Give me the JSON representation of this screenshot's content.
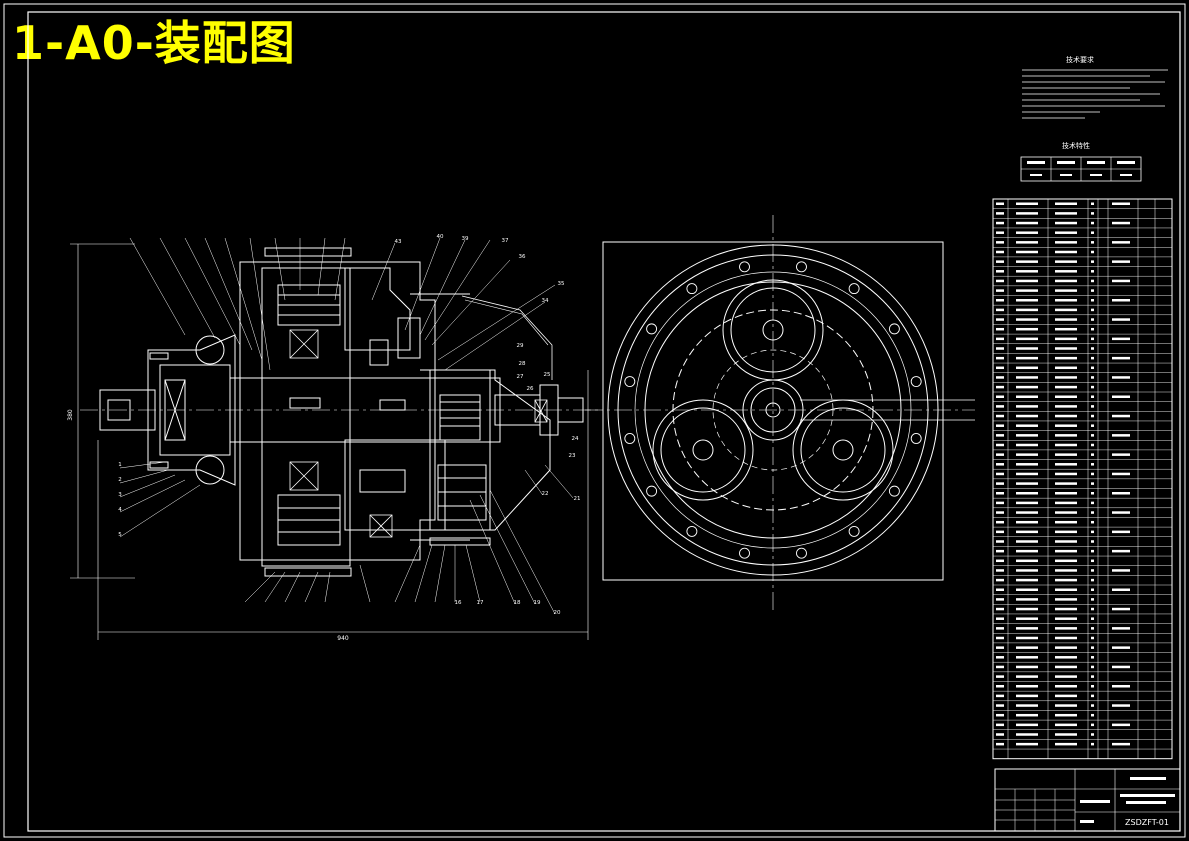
{
  "drawing": {
    "title": "1-A0-装配图",
    "tech_requirements_title": "技术要求",
    "tech_characteristics_title": "技术特性",
    "dimension_height": "380",
    "dimension_width": "940"
  },
  "balloons": {
    "top": [
      "43",
      "40",
      "39",
      "37",
      "36",
      "35",
      "34"
    ],
    "right_side": [
      "27",
      "26",
      "25",
      "24",
      "23",
      "22",
      "21",
      "29",
      "28"
    ],
    "bottom": [
      "18",
      "19",
      "20",
      "16",
      "17"
    ],
    "left": [
      "1",
      "2",
      "3",
      "4",
      "5"
    ]
  },
  "title_block": {
    "drawing_number": "ZSDZFT-01"
  },
  "colors": {
    "background": "#000000",
    "lines": "#ffffff",
    "title": "#ffff00"
  }
}
